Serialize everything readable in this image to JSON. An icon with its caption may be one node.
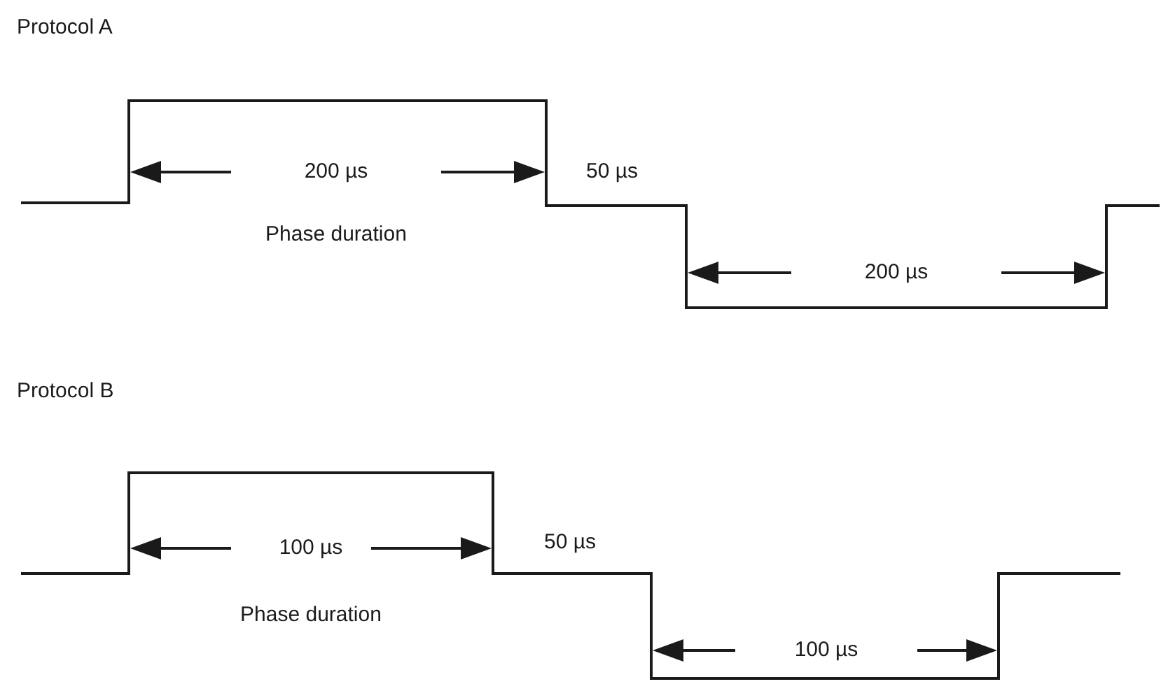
{
  "diagram": {
    "labels": [
      "Protocol A",
      "200 µs",
      "50 µs",
      "Phase duration",
      "200 µs",
      "Protocol B",
      "100 µs",
      "50 µs",
      "Phase duration",
      "100 µs"
    ]
  }
}
